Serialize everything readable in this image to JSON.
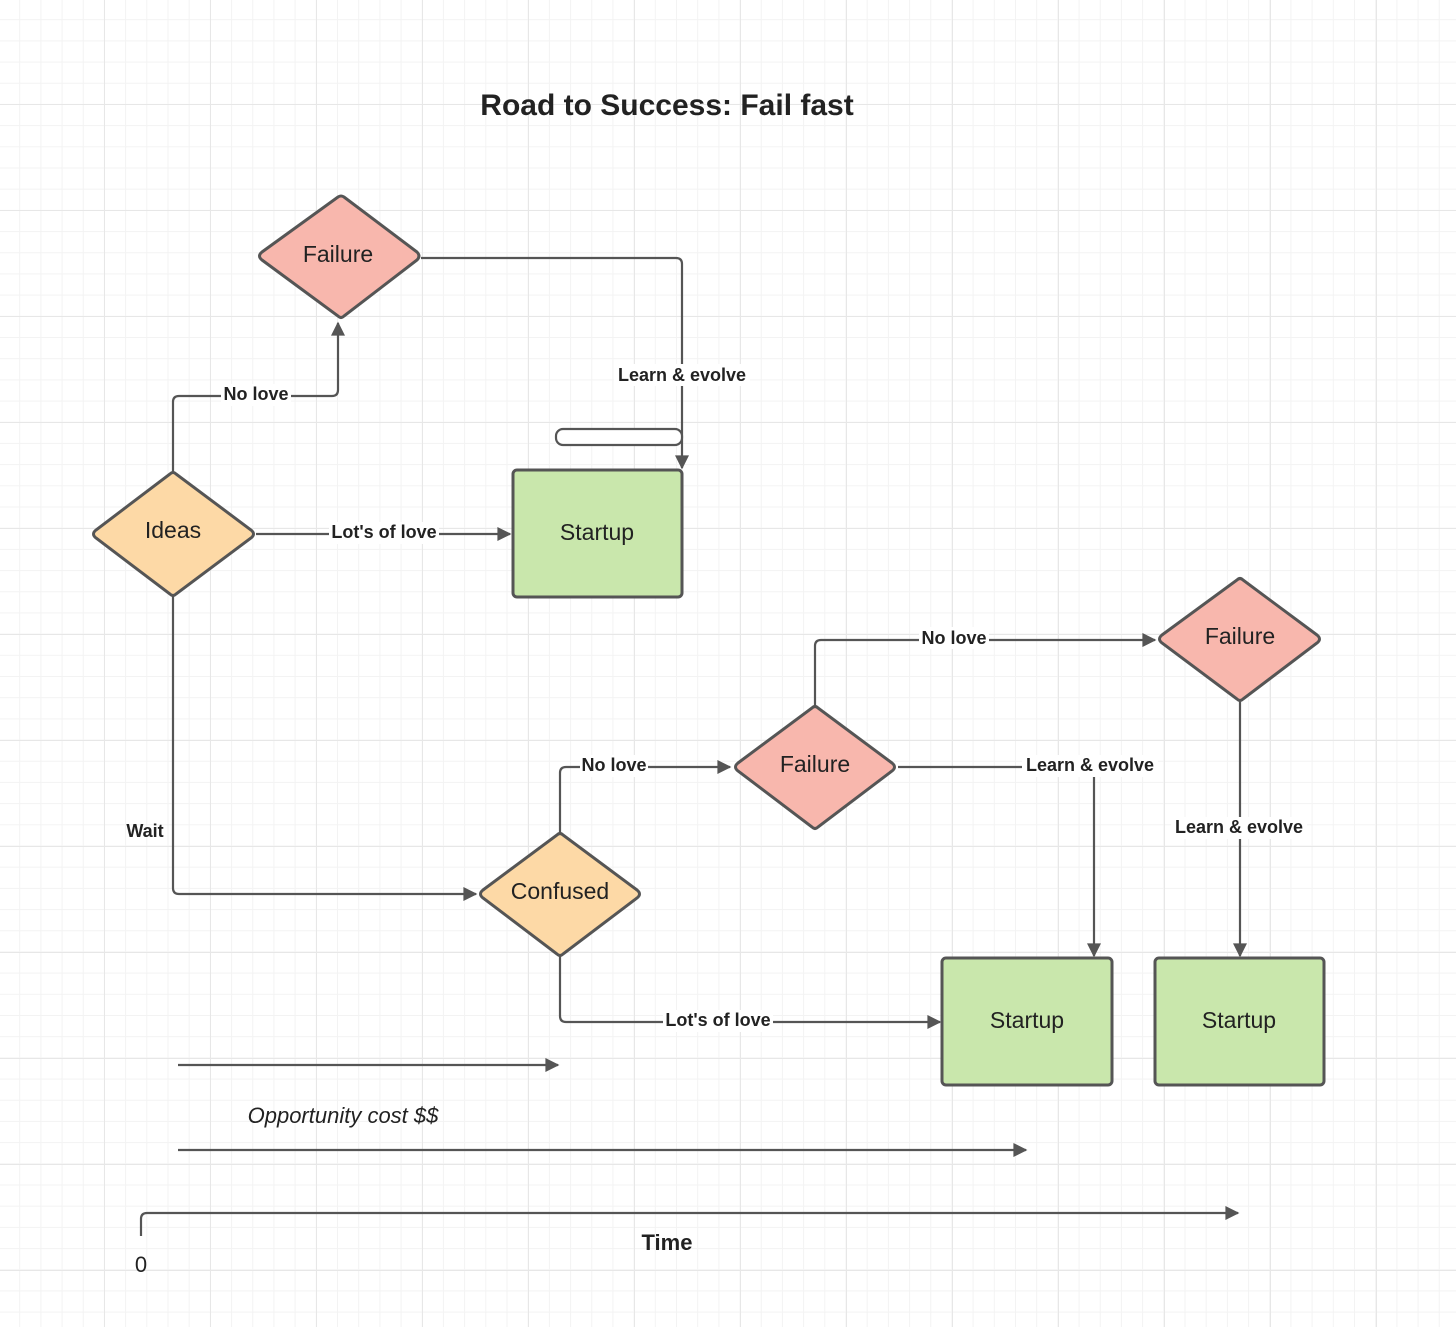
{
  "title": "Road to Success: Fail fast",
  "colors": {
    "failure_fill": "#f8b7ad",
    "decision_fill": "#fdd9a6",
    "startup_fill": "#c9e7ac",
    "stroke": "#555555"
  },
  "nodes": {
    "failure_top": "Failure",
    "ideas": "Ideas",
    "startup_top": "Startup",
    "failure_mid": "Failure",
    "failure_right": "Failure",
    "confused": "Confused",
    "startup_bottom_left": "Startup",
    "startup_bottom_right": "Startup"
  },
  "edges": {
    "ideas_to_failure": "No love",
    "ideas_to_startup": "Lot's of love",
    "failure_top_to_startup": "Learn & evolve",
    "ideas_to_confused": "Wait",
    "confused_to_failure_mid": "No love",
    "failure_mid_to_failure_right": "No love",
    "failure_mid_to_startup": "Learn & evolve",
    "failure_right_to_startup": "Learn & evolve",
    "confused_to_startup": "Lot's of love"
  },
  "timeline": {
    "opportunity_cost": "Opportunity cost $$",
    "time_label": "Time",
    "origin_label": "0"
  }
}
